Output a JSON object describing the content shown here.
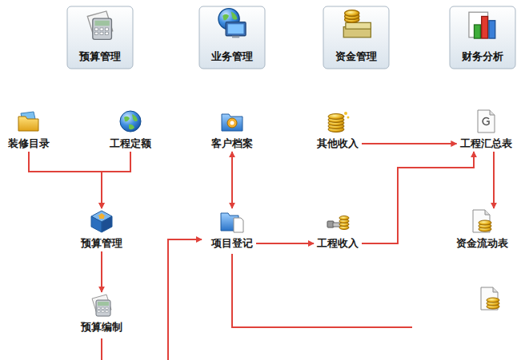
{
  "diagram": {
    "nodes": [
      {
        "text": [
          "预算管理"
        ]
      },
      {
        "text": [
          "业务管理"
        ]
      },
      {
        "text": [
          "资金管理"
        ]
      },
      {
        "text": [
          "财务分析"
        ]
      },
      {
        "text": [
          "装修目录"
        ]
      },
      {
        "text": [
          "工程定额"
        ]
      },
      {
        "text": [
          "客户档案"
        ]
      },
      {
        "text": [
          "其他收入"
        ]
      },
      {
        "text": [
          "工程汇总表"
        ]
      },
      {
        "text": [
          "预算管理"
        ]
      },
      {
        "text": [
          "项目登记"
        ]
      },
      {
        "text": [
          "工程收入"
        ]
      },
      {
        "text": [
          "资金流动表"
        ]
      },
      {
        "text": [
          "预算编制"
        ]
      }
    ],
    "edges": [
      {
        "from": 4,
        "to": 9,
        "arrow": "to"
      },
      {
        "from": 5,
        "to": 9,
        "arrow": "to"
      },
      {
        "from": 6,
        "to": 10,
        "arrow": "both"
      },
      {
        "from": 9,
        "to": 13,
        "arrow": "to"
      },
      {
        "from": 10,
        "to": 11,
        "arrow": "to"
      },
      {
        "from": 11,
        "to": 8,
        "arrow": "to"
      },
      {
        "from": 7,
        "to": 8,
        "arrow": "to"
      },
      {
        "from": 8,
        "to": 12,
        "arrow": "to"
      }
    ]
  }
}
